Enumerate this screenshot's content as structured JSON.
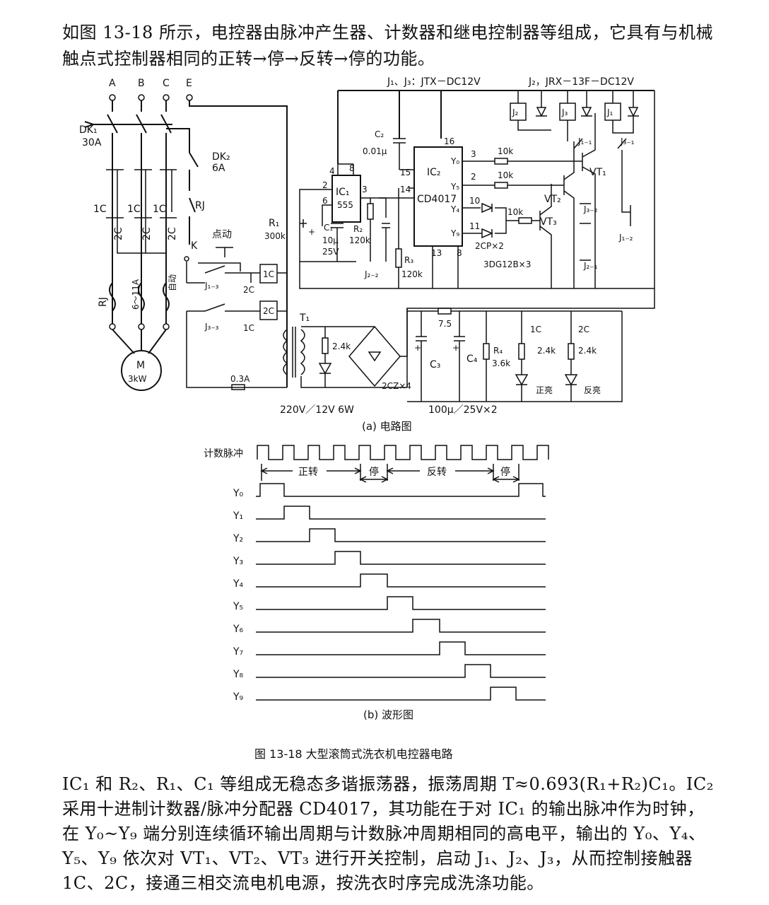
{
  "intro_text": "如图 13-18 所示，电控器由脉冲产生器、计数器和继电控制器等组成，它具有与机械触点式控制器相同的正转→停→反转→停的功能。",
  "explanation_text": "IC₁ 和 R₂、R₁、C₁ 等组成无稳态多谐振荡器，振荡周期 T≈0.693(R₁+R₂)C₁。IC₂ 采用十进制计数器/脉冲分配器 CD4017，其功能在于对 IC₁ 的输出脉冲作为时钟，在 Y₀~Y₉ 端分别连续循环输出周期与计数脉冲周期相同的高电平，输出的 Y₀、Y₄、Y₅、Y₉ 依次对 VT₁、VT₂、VT₃ 进行开关控制，启动 J₁、J₂、J₃，从而控制接触器 1C、2C，接通三相交流电机电源，按洗衣时序完成洗涤功能。",
  "circuit": {
    "caption": "(a) 电路图",
    "terminals": [
      "A",
      "B",
      "C",
      "E"
    ],
    "relay_spec_1": "J₁、J₃：JTX－DC12V",
    "relay_spec_2": "J₂，JRX－13F－DC12V",
    "dk1": "DK₁",
    "dk1_rating": "30A",
    "dk2": "DK₂",
    "dk2_rating": "6A",
    "rj": "RJ",
    "k": "K",
    "jog": "点动",
    "auto": "自动",
    "contactor_1c": "1C",
    "contactor_2c": "2C",
    "j1_3": "J₁₋₃",
    "j3_3": "J₃₋₃",
    "motor": "M",
    "motor_power": "3kW",
    "current_range": "6～11A",
    "fuse": "0.3A",
    "r1": "R₁",
    "r1_value": "300k",
    "ic1": "IC₁",
    "ic1_type": "555",
    "ic2": "IC₂",
    "ic2_type": "CD4017",
    "c1": "C₁",
    "c1_value": "10μ",
    "c1_voltage": "25V",
    "c2": "C₂",
    "c2_value": "0.01μ",
    "r2": "R₂",
    "r2_value": "120k",
    "r3": "R₃",
    "r3_value": "120k",
    "j2_2": "J₂₋₂",
    "j3_2": "J₃₋₂",
    "j2_1": "J₂₋₁",
    "j1_1": "J₁₋₁",
    "j3_1": "J₃₋₁",
    "j1_2": "J₁₋₂",
    "vt1": "VT₁",
    "vt2": "VT₂",
    "vt3": "VT₃",
    "diodes_2cp": "2CP×2",
    "transistors": "3DG12B×3",
    "res_10k": "10k",
    "pin_4": "4",
    "pin_8": "8",
    "pin_2": "2",
    "pin_6": "6",
    "pin_3": "3",
    "pin_16": "16",
    "pin_15": "15",
    "pin_14": "14",
    "pin_13": "13",
    "pin_8b": "8",
    "pin_y3": "3",
    "pin_y2": "2",
    "pin_y10": "10",
    "pin_y11": "11",
    "y0": "Y₀",
    "y5": "Y₅",
    "y4": "Y₄",
    "y9": "Y₉",
    "j1": "J₁",
    "j2": "J₂",
    "j3": "J₃",
    "t1": "T₁",
    "transformer": "220V／12V  6W",
    "bridge": "2CZ×4",
    "r_7_5": "7.5",
    "c3": "C₃",
    "c4": "C₄",
    "r4": "R₄",
    "r4_value": "3.6k",
    "res_2_4k": "2.4k",
    "caps": "100μ／25V×2",
    "forward_led": "正亮",
    "reverse_led": "反亮"
  },
  "waveform": {
    "caption": "(b) 波形图",
    "clock_label": "计数脉冲",
    "phase_forward": "正转",
    "phase_stop": "停",
    "phase_reverse": "反转",
    "outputs": [
      "Y₀",
      "Y₁",
      "Y₂",
      "Y₃",
      "Y₄",
      "Y₅",
      "Y₆",
      "Y₇",
      "Y₈",
      "Y₉"
    ]
  },
  "figure_caption": "图 13-18    大型滚筒式洗衣机电控器电路"
}
